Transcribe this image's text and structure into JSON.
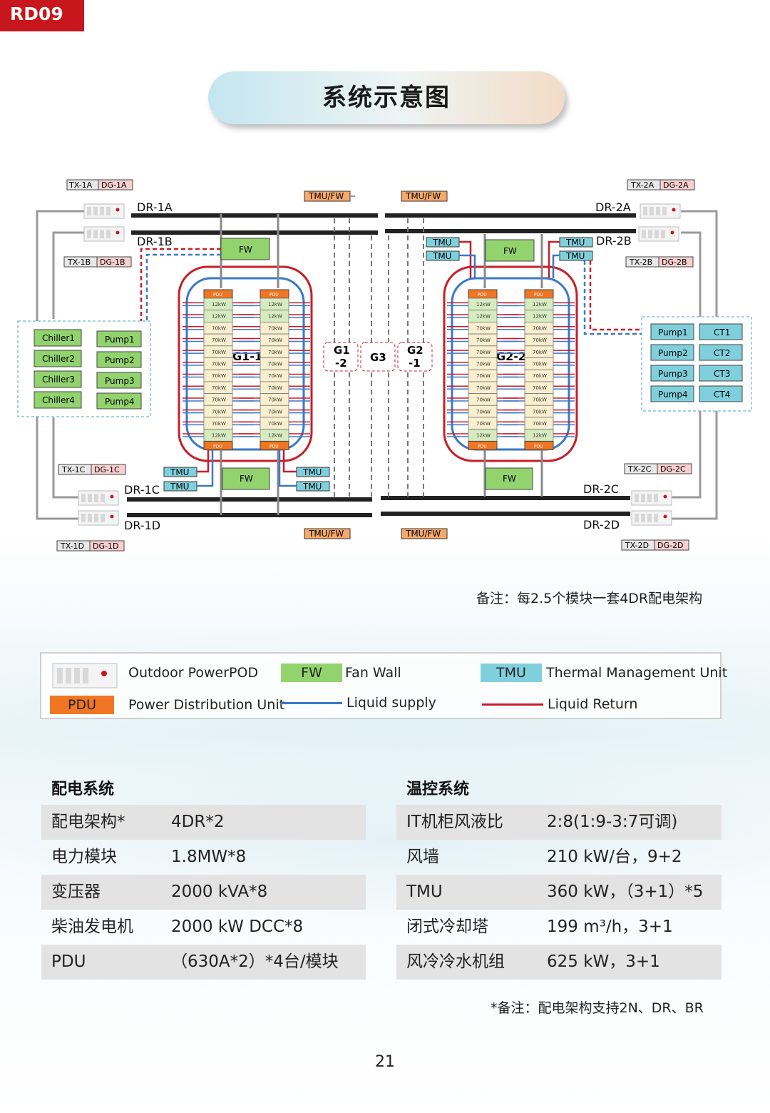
{
  "doc_tag": "RD09",
  "title": "系统示意图",
  "diagram": {
    "top_left_gen": {
      "tx": "TX-1A",
      "dg": "DG-1A"
    },
    "mid_left_gen": {
      "tx": "TX-1B",
      "dg": "DG-1B"
    },
    "bot_left_gen_c": {
      "tx": "TX-1C",
      "dg": "DG-1C"
    },
    "bot_left_gen_d": {
      "tx": "TX-1D",
      "dg": "DG-1D"
    },
    "top_right_gen": {
      "tx": "TX-2A",
      "dg": "DG-2A"
    },
    "mid_right_gen": {
      "tx": "TX-2B",
      "dg": "DG-2B"
    },
    "bot_right_gen_c": {
      "tx": "TX-2C",
      "dg": "DG-2C"
    },
    "bot_right_gen_d": {
      "tx": "TX-2D",
      "dg": "DG-2D"
    },
    "buses": {
      "dr1a": "DR-1A",
      "dr1b": "DR-1B",
      "dr1c": "DR-1C",
      "dr1d": "DR-1D",
      "dr2a": "DR-2A",
      "dr2b": "DR-2B",
      "dr2c": "DR-2C",
      "dr2d": "DR-2D"
    },
    "tmu_fw": "TMU/FW",
    "fw": "FW",
    "tmu": "TMU",
    "groups": {
      "g11": "G1-1",
      "g22": "G2-2",
      "g3": "G3",
      "g1_2_a": "G1",
      "g1_2_b": "-2",
      "g2_1_a": "G2",
      "g2_1_b": "-1"
    },
    "pdu": "PDU",
    "rack_rows": [
      "12kW",
      "12kW",
      "70kW",
      "70kW",
      "70kW",
      "70kW",
      "70kW",
      "70kW",
      "70kW",
      "70kW",
      "70kW",
      "12kW"
    ],
    "chillers": [
      "Chiller1",
      "Chiller2",
      "Chiller3",
      "Chiller4"
    ],
    "pumps": [
      "Pump1",
      "Pump2",
      "Pump3",
      "Pump4"
    ],
    "cts": [
      "CT1",
      "CT2",
      "CT3",
      "CT4"
    ]
  },
  "note1": "备注：每2.5个模块一套4DR配电架构",
  "legend": {
    "powerpod": "Outdoor PowerPOD",
    "fw_tag": "FW",
    "fw": "Fan Wall",
    "tmu_tag": "TMU",
    "tmu": "Thermal Management Unit",
    "pdu_tag": "PDU",
    "pdu": "Power Distribution Unit",
    "supply": "Liquid supply",
    "return": "Liquid Return"
  },
  "power": {
    "title": "配电系统",
    "rows": [
      {
        "k": "配电架构*",
        "v": "4DR*2"
      },
      {
        "k": "电力模块",
        "v": "1.8MW*8"
      },
      {
        "k": "变压器",
        "v": "2000 kVA*8"
      },
      {
        "k": "柴油发电机",
        "v": "2000 kW DCC*8"
      },
      {
        "k": "PDU",
        "v": "（630A*2）*4台/模块"
      }
    ]
  },
  "thermal": {
    "title": "温控系统",
    "rows": [
      {
        "k": "IT机柜风液比",
        "v": "2:8(1:9-3:7可调)"
      },
      {
        "k": "风墙",
        "v": "210 kW/台，9+2"
      },
      {
        "k": "TMU",
        "v": "360 kW，（3+1）*5"
      },
      {
        "k": "闭式冷却塔",
        "v": "199 m³/h，3+1"
      },
      {
        "k": "风冷冷水机组",
        "v": "625 kW，3+1"
      }
    ]
  },
  "note2": "*备注：配电架构支持2N、DR、BR",
  "page_number": "21",
  "colors": {
    "brand_red": "#c8161d",
    "pdu": "#f07623",
    "fw": "#92d36e",
    "tmu": "#7fd0dc",
    "supply": "#3a78c8",
    "return": "#c81e28",
    "tmu_fw": "#f7a969"
  }
}
